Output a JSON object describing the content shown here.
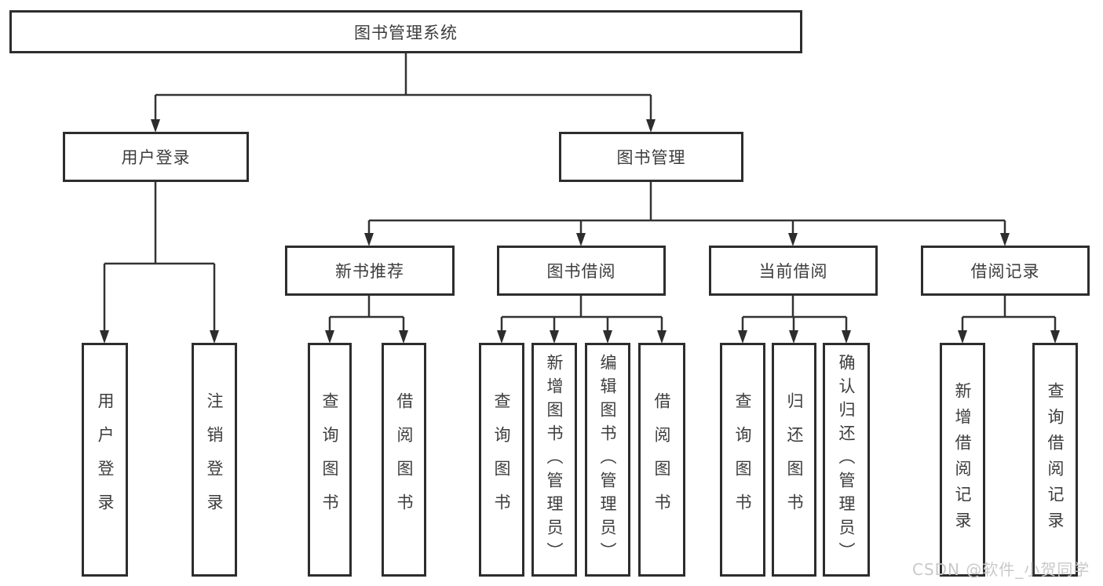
{
  "diagram": {
    "root": {
      "label": "图书管理系统"
    },
    "branches": [
      {
        "label": "用户登录",
        "children": [
          {
            "label": "用户登录"
          },
          {
            "label": "注销登录"
          }
        ]
      },
      {
        "label": "图书管理",
        "children": [
          {
            "label": "新书推荐",
            "children": [
              {
                "label": "查询图书"
              },
              {
                "label": "借阅图书"
              }
            ]
          },
          {
            "label": "图书借阅",
            "children": [
              {
                "label": "查询图书"
              },
              {
                "label": "新增图书（管理员）"
              },
              {
                "label": "编辑图书（管理员）"
              },
              {
                "label": "借阅图书"
              }
            ]
          },
          {
            "label": "当前借阅",
            "children": [
              {
                "label": "查询图书"
              },
              {
                "label": "归还图书"
              },
              {
                "label": "确认归还（管理员）"
              }
            ]
          },
          {
            "label": "借阅记录",
            "children": [
              {
                "label": "新增借阅记录"
              },
              {
                "label": "查询借阅记录"
              }
            ]
          }
        ]
      }
    ]
  },
  "watermark": "CSDN @软件_小贺同学",
  "colors": {
    "line": "#333333",
    "box_border": "#2d2d2d",
    "text": "#3d3d3d",
    "watermark": "#c9c9c9",
    "background": "#ffffff"
  }
}
